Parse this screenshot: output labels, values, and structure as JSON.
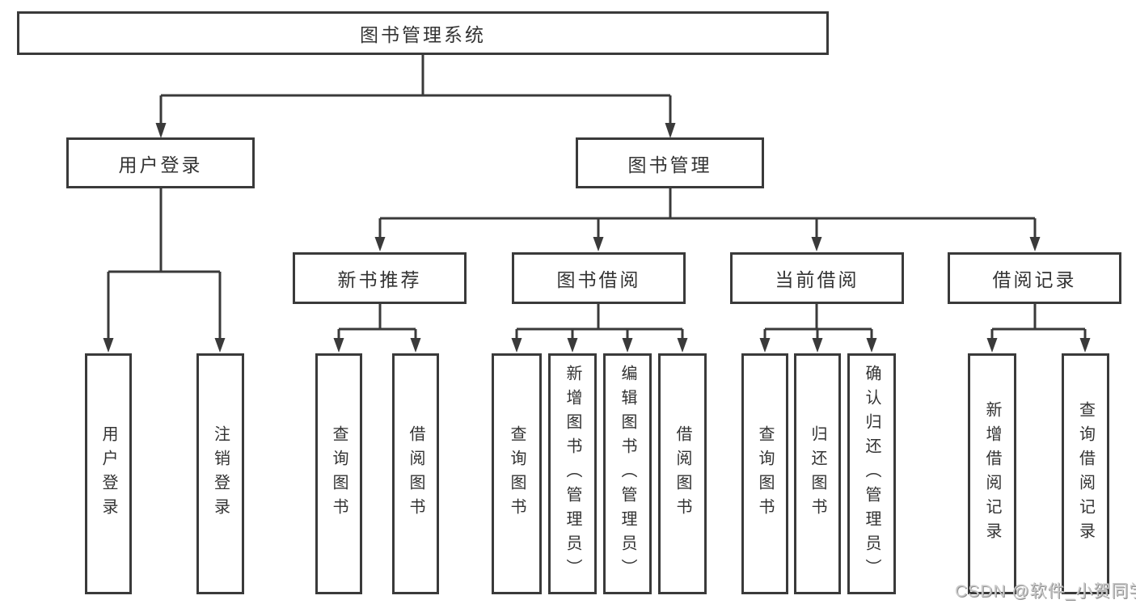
{
  "tree": {
    "label": "图书管理系统",
    "children": [
      {
        "label": "用户登录",
        "children": [
          {
            "label": "用户登录"
          },
          {
            "label": "注销登录"
          }
        ]
      },
      {
        "label": "图书管理",
        "children": [
          {
            "label": "新书推荐",
            "children": [
              {
                "label": "查询图书"
              },
              {
                "label": "借阅图书"
              }
            ]
          },
          {
            "label": "图书借阅",
            "children": [
              {
                "label": "查询图书"
              },
              {
                "label": "新增图书（管理员）"
              },
              {
                "label": "编辑图书（管理员）"
              },
              {
                "label": "借阅图书"
              }
            ]
          },
          {
            "label": "当前借阅",
            "children": [
              {
                "label": "查询图书"
              },
              {
                "label": "归还图书"
              },
              {
                "label": "确认归还（管理员）"
              }
            ]
          },
          {
            "label": "借阅记录",
            "children": [
              {
                "label": "新增借阅记录"
              },
              {
                "label": "查询借阅记录"
              }
            ]
          }
        ]
      }
    ]
  },
  "watermark": {
    "text": "CSDN @软件_小贺同学"
  },
  "colors": {
    "line": "#3a3a3a",
    "text": "#333333",
    "box_background": "#ffffff",
    "watermark": "#c9c9c9"
  }
}
